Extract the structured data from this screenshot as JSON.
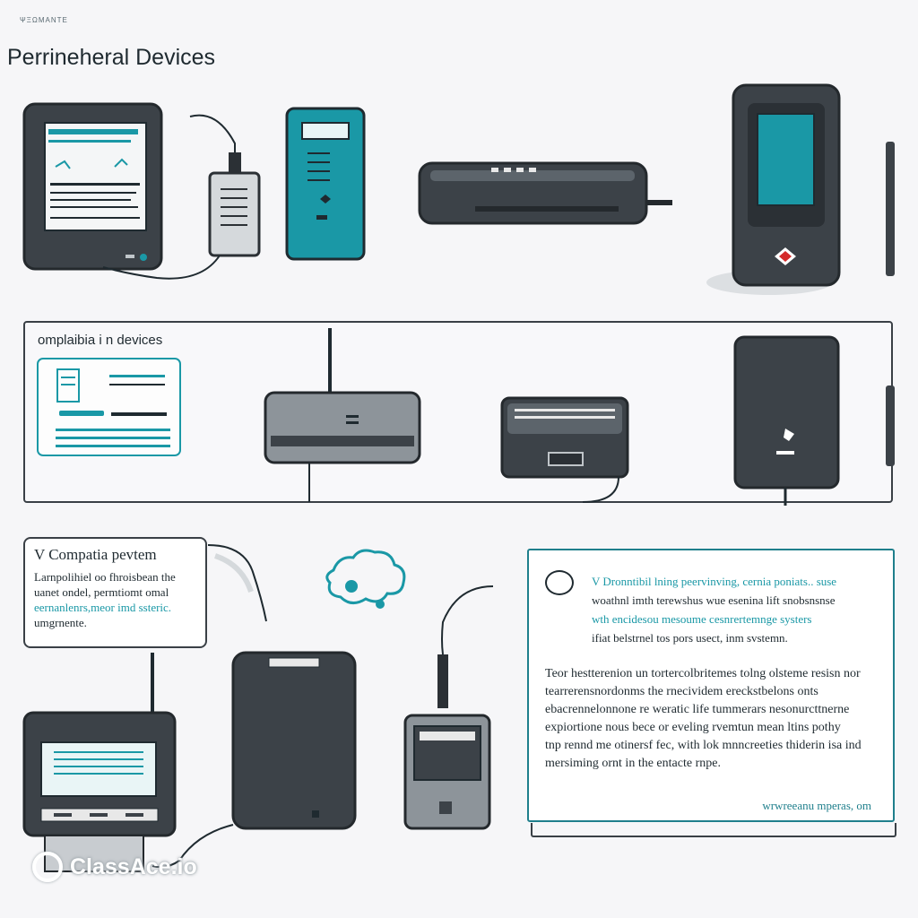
{
  "header": {
    "small_text": "ΨΞΩΜΑΝΤΕ",
    "title": "Perrineheral Devices"
  },
  "panel": {
    "label": "omplaibia i n devices"
  },
  "callout": {
    "heading": "V Compatia pevtem",
    "lines": [
      {
        "text": "Larnpolihiel oo fhroisbean the",
        "teal": false
      },
      {
        "text": "uanet ondel, permtiomt omal",
        "teal": false
      },
      {
        "text": "eernanlenrs,meor imd ssteric.",
        "teal": true
      },
      {
        "text": "umgrnente.",
        "teal": false
      }
    ]
  },
  "info": {
    "top_lines": [
      {
        "text": "V Dronntibil lning peervinving, cernia poniats.. suse",
        "teal": true
      },
      {
        "text": "woathnl imth terewshus wue esenina lift snobsnsnse",
        "teal": false
      },
      {
        "text": "wth encidesou mesoume cesnrertemnge systers",
        "teal": true
      },
      {
        "text": "ifiat belstrnel tos pors usect, inm svstemn.",
        "teal": false
      }
    ],
    "body_lines": [
      "Teor hestterenion un tortercolbritemes tolng olsteme resisn nor",
      "tearrerensnordonms the rnecividem ereckstbelons onts",
      "ebacrennelonnone re weratic life tummerars nesonurcttnerne",
      "expiortione nous bece or eveling rvemtun mean ltins pothy",
      "tnp rennd me otinersf fec, with lok mnncreeties thiderin isa ind",
      "mersiming ornt in the entacte rnpe."
    ],
    "url": "wrwreeanu mperas, om"
  },
  "brand": {
    "name": "ClassAce.io"
  },
  "colors": {
    "teal": "#1a98a6",
    "dark_device": "#3c4248",
    "red_accent": "#d42a2a"
  }
}
